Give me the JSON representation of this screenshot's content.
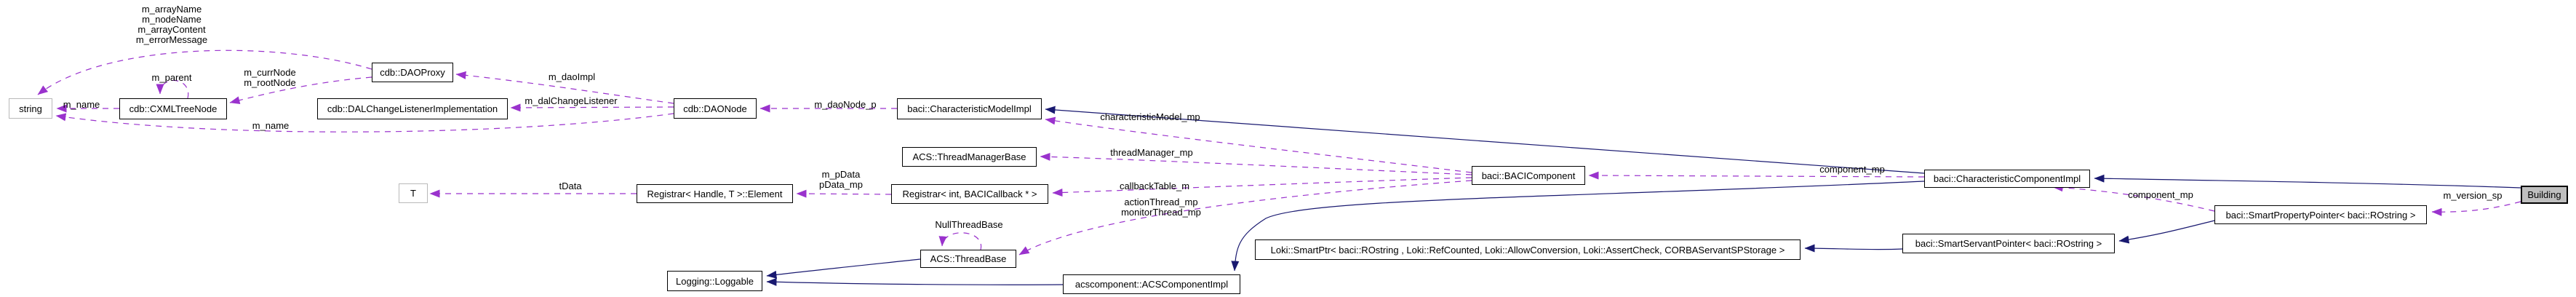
{
  "diagram_type": "doxygen-collaboration-graph",
  "colors": {
    "uses_edge": "#9a32cd",
    "inheritance_edge": "#191970",
    "focal_node_fill": "#bfbfbf",
    "class_node_border": "#000000",
    "external_type_border": "#b9b9b9",
    "background": "#ffffff"
  },
  "nodes": [
    {
      "label": "string",
      "kind": "external-type"
    },
    {
      "label": "cdb::CXMLTreeNode",
      "kind": "class"
    },
    {
      "label": "cdb::DAOProxy",
      "kind": "class"
    },
    {
      "label": "cdb::DALChangeListenerImplementation",
      "kind": "class"
    },
    {
      "label": "cdb::DAONode",
      "kind": "class"
    },
    {
      "label": "baci::CharacteristicModelImpl",
      "kind": "class"
    },
    {
      "label": "ACS::ThreadManagerBase",
      "kind": "class"
    },
    {
      "label": "Registrar< int, BACICallback * >",
      "kind": "class"
    },
    {
      "label": "T",
      "kind": "external-type"
    },
    {
      "label": "Registrar< Handle, T >::Element",
      "kind": "class"
    },
    {
      "label": "baci::BACIComponent",
      "kind": "class"
    },
    {
      "label": "ACS::ThreadBase",
      "kind": "class"
    },
    {
      "label": "Logging::Loggable",
      "kind": "class"
    },
    {
      "label": "acscomponent::ACSComponentImpl",
      "kind": "class"
    },
    {
      "label": "Loki::SmartPtr< baci::ROstring , Loki::RefCounted, Loki::AllowConversion, Loki::AssertCheck, CORBAServantSPStorage >",
      "kind": "class"
    },
    {
      "label": "baci::SmartServantPointer< baci::ROstring >",
      "kind": "class"
    },
    {
      "label": "baci::CharacteristicComponentImpl",
      "kind": "class"
    },
    {
      "label": "baci::SmartPropertyPointer< baci::ROstring >",
      "kind": "class"
    },
    {
      "label": "Building",
      "kind": "focal"
    }
  ],
  "edges": {
    "uses": [
      {
        "from": "cdb::CXMLTreeNode",
        "to": "string",
        "lines": [
          "m_name"
        ]
      },
      {
        "from": "cdb::CXMLTreeNode",
        "to": "cdb::CXMLTreeNode",
        "lines": [
          "m_parent"
        ]
      },
      {
        "from": "cdb::DAOProxy",
        "to": "string",
        "lines": [
          "m_arrayName",
          "m_nodeName",
          "m_arrayContent",
          "m_errorMessage"
        ]
      },
      {
        "from": "cdb::DAOProxy",
        "to": "cdb::CXMLTreeNode",
        "lines": [
          "m_currNode",
          "m_rootNode"
        ]
      },
      {
        "from": "cdb::DAONode",
        "to": "cdb::DAOProxy",
        "lines": [
          "m_daoImpl"
        ]
      },
      {
        "from": "cdb::DAONode",
        "to": "cdb::DALChangeListenerImplementation",
        "lines": [
          "m_dalChangeListener"
        ]
      },
      {
        "from": "cdb::DAONode",
        "to": "string",
        "lines": [
          "m_name"
        ]
      },
      {
        "from": "baci::CharacteristicModelImpl",
        "to": "cdb::DAONode",
        "lines": [
          "m_daoNode_p"
        ]
      },
      {
        "from": "baci::BACIComponent",
        "to": "baci::CharacteristicModelImpl",
        "lines": [
          "characteristicModel_mp"
        ]
      },
      {
        "from": "baci::BACIComponent",
        "to": "ACS::ThreadManagerBase",
        "lines": [
          "threadManager_mp"
        ]
      },
      {
        "from": "baci::BACIComponent",
        "to": "Registrar< int, BACICallback * >",
        "lines": [
          "callbackTable_m"
        ]
      },
      {
        "from": "baci::BACIComponent",
        "to": "ACS::ThreadBase",
        "lines": [
          "actionThread_mp",
          "monitorThread_mp"
        ]
      },
      {
        "from": "Registrar< int, BACICallback * >",
        "to": "Registrar< Handle, T >::Element",
        "lines": [
          "m_pData",
          "pData_mp"
        ]
      },
      {
        "from": "Registrar< Handle, T >::Element",
        "to": "T",
        "lines": [
          "tData"
        ]
      },
      {
        "from": "ACS::ThreadBase",
        "to": "ACS::ThreadBase",
        "lines": [
          "NullThreadBase"
        ]
      },
      {
        "from": "baci::CharacteristicComponentImpl",
        "to": "baci::BACIComponent",
        "lines": [
          "component_mp"
        ]
      },
      {
        "from": "baci::SmartPropertyPointer< baci::ROstring >",
        "to": "baci::CharacteristicComponentImpl",
        "lines": [
          "component_mp"
        ]
      },
      {
        "from": "Building",
        "to": "baci::SmartPropertyPointer< baci::ROstring >",
        "lines": [
          "m_version_sp"
        ]
      }
    ],
    "inheritance": [
      {
        "from": "baci::CharacteristicComponentImpl",
        "to": "baci::CharacteristicModelImpl"
      },
      {
        "from": "baci::CharacteristicComponentImpl",
        "to": "acscomponent::ACSComponentImpl"
      },
      {
        "from": "acscomponent::ACSComponentImpl",
        "to": "Logging::Loggable"
      },
      {
        "from": "ACS::ThreadBase",
        "to": "Logging::Loggable"
      },
      {
        "from": "Building",
        "to": "baci::CharacteristicComponentImpl"
      },
      {
        "from": "baci::SmartPropertyPointer< baci::ROstring >",
        "to": "baci::SmartServantPointer< baci::ROstring >"
      },
      {
        "from": "baci::SmartServantPointer< baci::ROstring >",
        "to": "Loki::SmartPtr< baci::ROstring , Loki::RefCounted, Loki::AllowConversion, Loki::AssertCheck, CORBAServantSPStorage >"
      }
    ]
  }
}
